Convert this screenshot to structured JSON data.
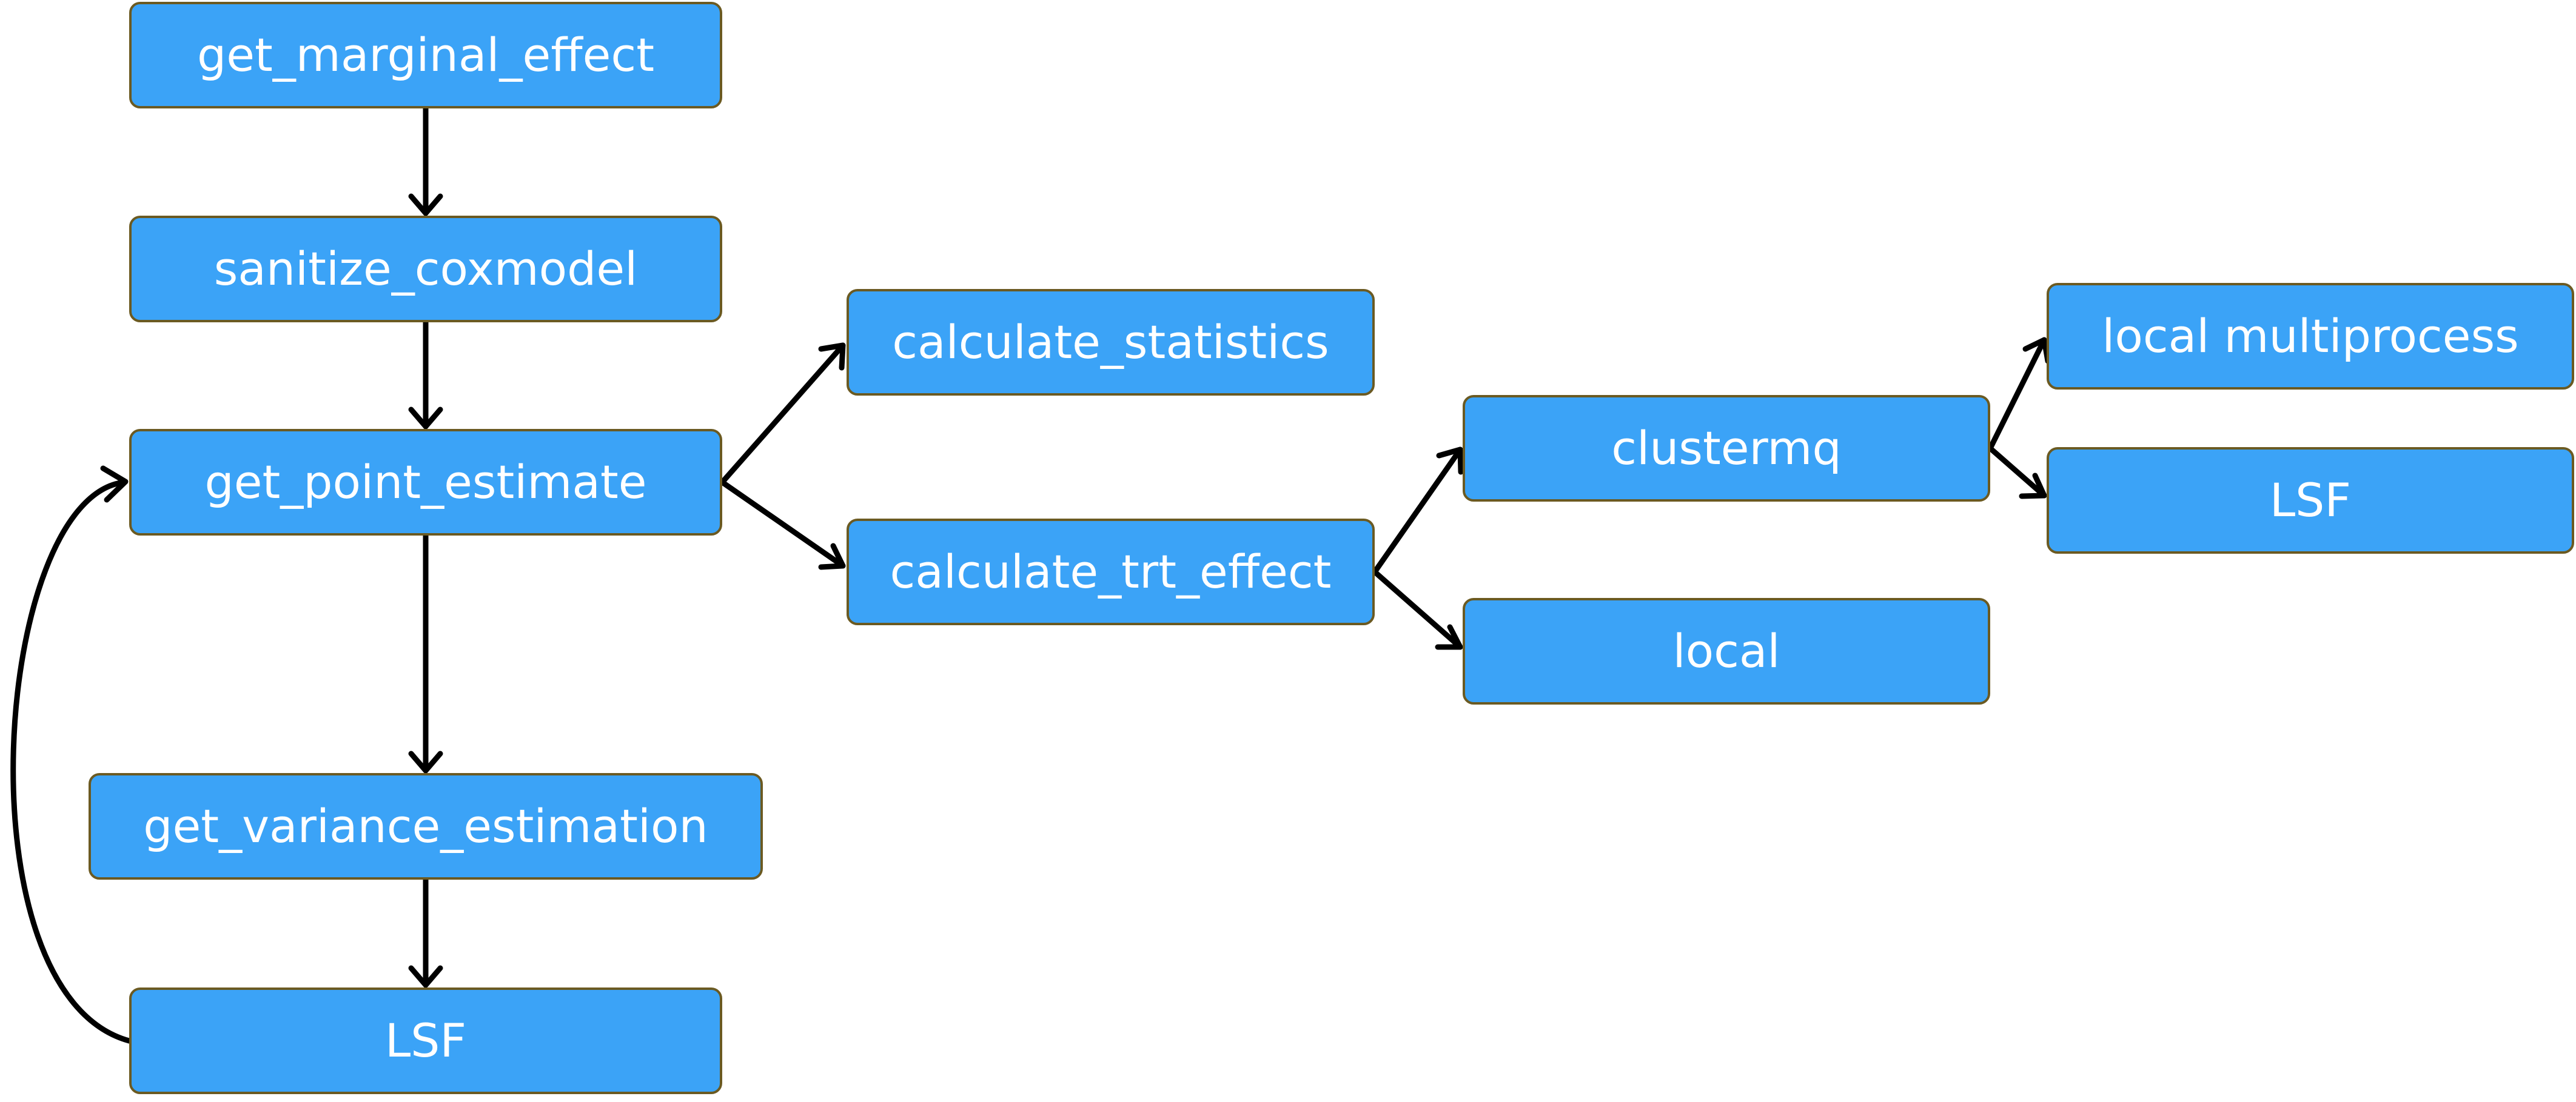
{
  "colors": {
    "node_fill": "#3ba3f7",
    "node_border": "#6b5a22",
    "node_text": "#ffffff",
    "edge": "#000000"
  },
  "nodes": {
    "marginal": "get_marginal_effect",
    "sanitize": "sanitize_coxmodel",
    "point": "get_point_estimate",
    "variance": "get_variance_estimation",
    "lsf_left": "LSF",
    "statistics": "calculate_statistics",
    "trt": "calculate_trt_effect",
    "clustermq": "clustermq",
    "local": "local",
    "multiprocess": "local multiprocess",
    "lsf_right": "LSF"
  },
  "edges": [
    {
      "from": "marginal",
      "to": "sanitize"
    },
    {
      "from": "sanitize",
      "to": "point"
    },
    {
      "from": "point",
      "to": "variance"
    },
    {
      "from": "variance",
      "to": "lsf_left"
    },
    {
      "from": "lsf_left",
      "to": "point"
    },
    {
      "from": "point",
      "to": "statistics"
    },
    {
      "from": "point",
      "to": "trt"
    },
    {
      "from": "trt",
      "to": "clustermq"
    },
    {
      "from": "trt",
      "to": "local"
    },
    {
      "from": "clustermq",
      "to": "multiprocess"
    },
    {
      "from": "clustermq",
      "to": "lsf_right"
    }
  ]
}
